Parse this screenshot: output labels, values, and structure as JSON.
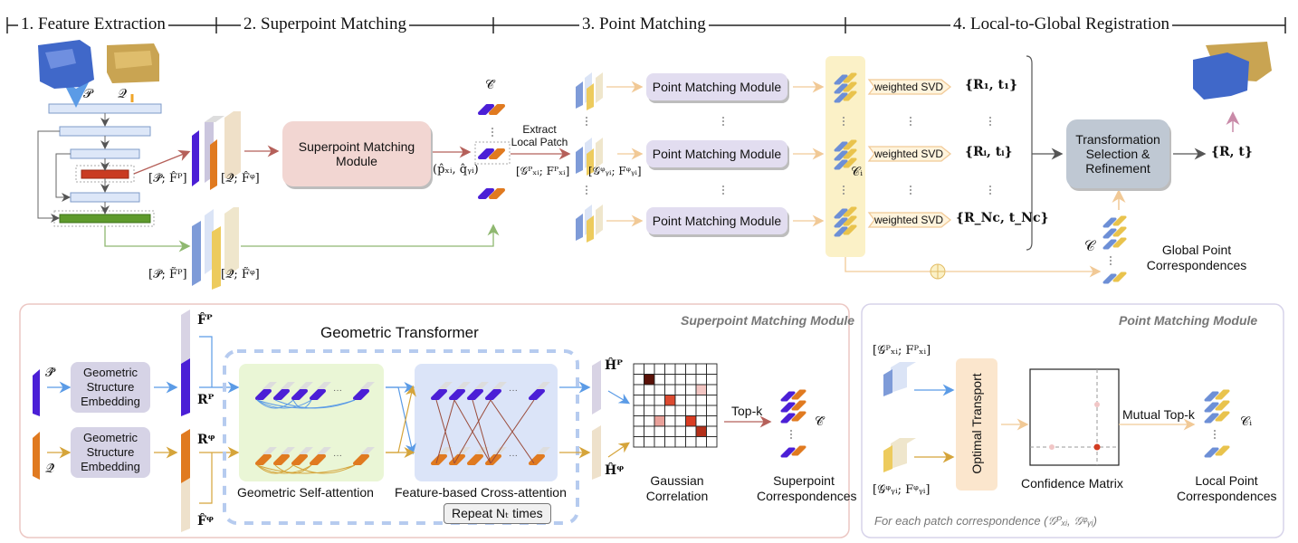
{
  "stages": [
    {
      "label": "1. Feature Extraction"
    },
    {
      "label": "2. Superpoint Matching"
    },
    {
      "label": "3. Point Matching"
    },
    {
      "label": "4. Local-to-Global Registration"
    }
  ],
  "feature_extraction": {
    "source_label": "𝒫",
    "target_label": "𝒬",
    "coarse_p": "[𝒫̂; F̂ᴾ]",
    "coarse_q": "[𝒬̂; F̂ᵠ]",
    "fine_p": "[𝒫̃; F̃ᴾ]",
    "fine_q": "[𝒬̃; F̃ᵠ]"
  },
  "superpoint_matching": {
    "module_label": "Superpoint Matching Module",
    "corr_set": "𝒞̂",
    "corr_pair": "(p̂ₓᵢ, q̂ᵧᵢ)",
    "extract_label": "Extract Local Patch",
    "patch_p": "[𝒢ᴾₓᵢ; Fᴾₓᵢ]",
    "patch_q": "[𝒢ᵠᵧᵢ; Fᵠᵧᵢ]"
  },
  "point_matching": {
    "modules": [
      {
        "label": "Point Matching Module"
      },
      {
        "label": "Point Matching Module"
      },
      {
        "label": "Point Matching Module"
      }
    ],
    "local_corr": "𝒞ᵢ"
  },
  "registration": {
    "svd": [
      {
        "label": "weighted SVD",
        "result": "{R₁, t₁}"
      },
      {
        "label": "weighted SVD",
        "result": "{Rᵢ, tᵢ}"
      },
      {
        "label": "weighted SVD",
        "result": "{R_Nc, t_Nc}"
      }
    ],
    "refine_label": "Transformation Selection & Refinement",
    "final": "{R, t}",
    "global_corr_symbol": "𝒞",
    "global_corr_label": "Global Point Correspondences"
  },
  "spm_panel": {
    "title": "Superpoint Matching Module",
    "gt_title": "Geometric Transformer",
    "p_hat": "𝒫̂",
    "q_hat": "𝒬̂",
    "gse_label": "Geometric Structure Embedding",
    "f_p": "F̂ᴾ",
    "r_p": "Rᴾ",
    "r_q": "Rᵠ",
    "f_q": "F̂ᵠ",
    "self_attn": "Geometric Self-attention",
    "cross_attn": "Feature-based Cross-attention",
    "repeat": "Repeat Nₜ times",
    "h_p": "Ĥᴾ",
    "h_q": "Ĥᵠ",
    "gauss_label": "Gaussian Correlation",
    "topk": "Top-k",
    "corr_symbol": "𝒞̂",
    "corr_label": "Superpoint Correspondences"
  },
  "pmm_panel": {
    "title": "Point Matching Module",
    "in_p": "[𝒢ᴾₓᵢ; Fᴾₓᵢ]",
    "in_q": "[𝒢ᵠᵧᵢ; Fᵠᵧᵢ]",
    "ot_label": "Optimal Transport",
    "conf_label": "Confidence Matrix",
    "topk": "Mutual Top-k",
    "corr_symbol": "𝒞ᵢ",
    "corr_label": "Local Point Correspondences",
    "footer": "For each patch correspondence (𝒢ᴾₓᵢ, 𝒢ᵠᵧᵢ)"
  },
  "colors": {
    "purple": "#4b1fd6",
    "orange": "#e07a20",
    "blue": "#6d8fd6",
    "yellow": "#e9c34d",
    "red_arrow": "#b5605a",
    "peach_arrow": "#f1c996",
    "green": "#5e9a2c"
  }
}
